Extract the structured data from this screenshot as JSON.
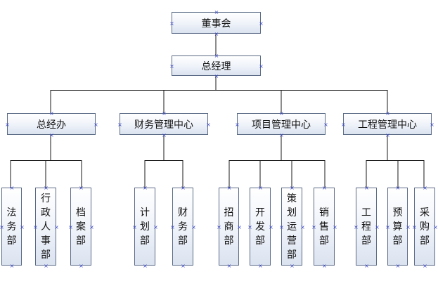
{
  "org_chart": {
    "root": "董事会",
    "gm": "总经理",
    "centers": [
      {
        "name": "总经办",
        "departments": [
          "法务部",
          "行政人事部",
          "档案部"
        ]
      },
      {
        "name": "财务管理中心",
        "departments": [
          "计划部",
          "财务部"
        ]
      },
      {
        "name": "项目管理中心",
        "departments": [
          "招商部",
          "开发部",
          "策划运营部",
          "销售部"
        ]
      },
      {
        "name": "工程管理中心",
        "departments": [
          "工程部",
          "预算部",
          "采购部"
        ]
      }
    ]
  },
  "colors": {
    "box_border": "#5a6a86",
    "box_fill_top": "#ffffff",
    "box_fill_bottom": "#dbe3f0",
    "connector": "#1a1a1a",
    "handle_marker": "#3b47c7"
  }
}
